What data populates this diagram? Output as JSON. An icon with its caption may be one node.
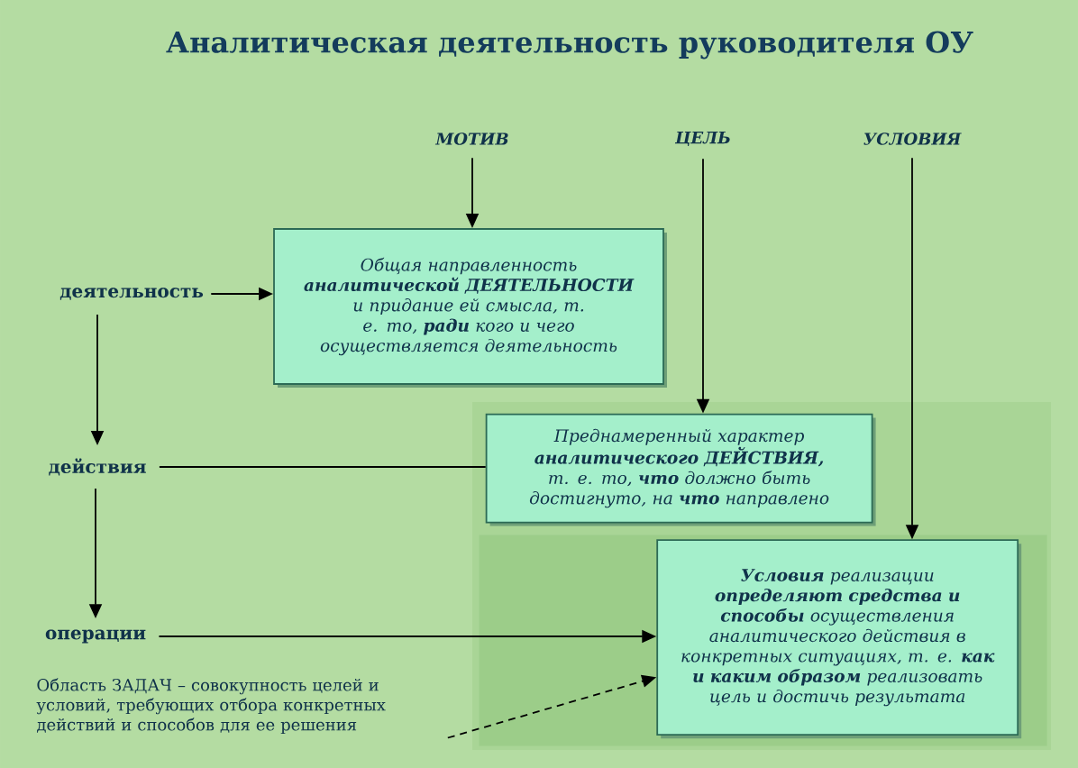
{
  "diagram": {
    "title": "Аналитическая деятельность руководителя ОУ",
    "nodes": [
      {
        "text": [
          "МОТИВ"
        ]
      },
      {
        "text": [
          "ЦЕЛЬ"
        ]
      },
      {
        "text": [
          "УСЛОВИЯ"
        ]
      },
      {
        "text": [
          "деятельность"
        ]
      },
      {
        "text": [
          "Общая направленность **аналитической ДЕЯТЕЛЬНОСТИ** и придание ей смысла, т. е. то, **ради** кого и чего осуществляется деятельность"
        ]
      },
      {
        "text": [],
        "shape": "box"
      },
      {
        "text": [
          "Преднамеренный характер **аналитического ДЕЙСТВИЯ,** т. е. то, **что** должно быть достигнуто, на **что** направлено"
        ],
        "in": 5
      },
      {
        "text": [],
        "shape": "box",
        "in": 5
      },
      {
        "text": [
          "**Условия** реализации **определяют средства и способы** осуществления аналитического действия в конкретных ситуациях, т. е. **как и каким образом** реализовать цель и достичь результата"
        ],
        "in": 7
      },
      {
        "text": [
          "действия"
        ]
      },
      {
        "text": [
          "операции"
        ]
      },
      {
        "text": [
          "Область ЗАДАЧ – совокупность целей и условий, требующих отбора конкретных действий и способов для ее решения"
        ]
      }
    ],
    "edges": [
      {
        "from": 0,
        "to": 4,
        "arrow": "to"
      },
      {
        "from": 1,
        "to": 6,
        "arrow": "to"
      },
      {
        "from": 2,
        "to": 8,
        "arrow": "to"
      },
      {
        "from": 3,
        "to": 4,
        "arrow": "to"
      },
      {
        "from": 3,
        "to": 9,
        "arrow": "to"
      },
      {
        "from": 9,
        "to": 6,
        "arrow": "none"
      },
      {
        "from": 9,
        "to": 10,
        "arrow": "to"
      },
      {
        "from": 10,
        "to": 8,
        "arrow": "to"
      },
      {
        "from": 11,
        "to": 8,
        "arrow": "to",
        "style": "dashed"
      }
    ]
  }
}
